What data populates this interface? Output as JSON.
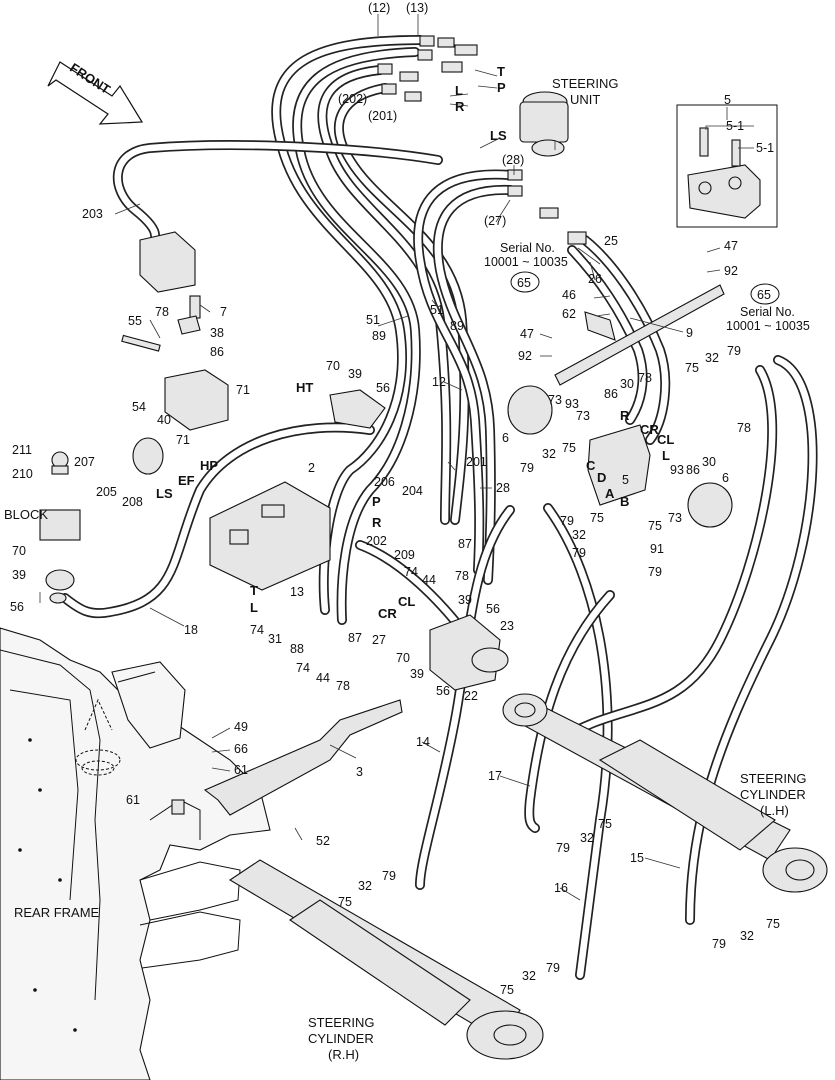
{
  "labels": {
    "front": "FRONT",
    "steering_unit": [
      "STEERING",
      "UNIT"
    ],
    "block": "BLOCK",
    "rear_frame": "REAR FRAME",
    "cyl_lh": [
      "STEERING",
      "CYLINDER",
      "(L.H)"
    ],
    "cyl_rh": [
      "STEERING",
      "CYLINDER",
      "(R.H)"
    ],
    "serial_top": [
      "Serial No.",
      "10001 ~ 10035"
    ],
    "serial_right": [
      "Serial No.",
      "10001 ~ 10035"
    ],
    "ports": {
      "T_top": "T",
      "P_top": "P",
      "L_top": "L",
      "R_top": "R",
      "LS_top": "LS",
      "HT": "HT",
      "HP": "HP",
      "EF": "EF",
      "LS_left": "LS",
      "P_mid": "P",
      "R_mid": "R",
      "T_mid": "T",
      "L_mid": "L",
      "CR_mid": "CR",
      "CL_mid": "CL",
      "R_v": "R",
      "CR_v": "CR",
      "CL_v": "CL",
      "L_v": "L",
      "C_v": "C",
      "D_v": "D",
      "A_v": "A",
      "B_v": "B"
    }
  },
  "callouts": {
    "c12": "(12)",
    "c13": "(13)",
    "c202": "(202)",
    "c201": "(201)",
    "c28": "(28)",
    "c27": "(27)",
    "n5": "5",
    "n5_1a": "5-1",
    "n5_1b": "5-1",
    "n25": "25",
    "n26": "26",
    "n47a": "47",
    "n92a": "92",
    "n65a": "65",
    "n65b": "65",
    "n46": "46",
    "n62": "62",
    "n9": "9",
    "n47b": "47",
    "n92b": "92",
    "n203": "203",
    "n7": "7",
    "n78a": "78",
    "n38": "38",
    "n86a": "86",
    "n55": "55",
    "n51a": "51",
    "n51b": "51",
    "n89a": "89",
    "n89b": "89",
    "n12": "12",
    "n70a": "70",
    "n39a": "39",
    "n56a": "56",
    "n71a": "71",
    "n54": "54",
    "n40": "40",
    "n71b": "71",
    "n211": "211",
    "n210": "210",
    "n207": "207",
    "n205": "205",
    "n208": "208",
    "n70b": "70",
    "n39b": "39",
    "n56b": "56",
    "n18": "18",
    "n2": "2",
    "n206": "206",
    "n204": "204",
    "n201": "201",
    "n28": "28",
    "n202": "202",
    "n209": "209",
    "n74a": "74",
    "n44a": "44",
    "n87a": "87",
    "n78b": "78",
    "n6a": "6",
    "n73a": "73",
    "n93a": "93",
    "n73b": "73",
    "n86b": "86",
    "n30a": "30",
    "n78c": "78",
    "n75a": "75",
    "n32a": "32",
    "n79a": "79",
    "n78d": "78",
    "n30b": "30",
    "n93b": "93",
    "n86c": "86",
    "n6b": "6",
    "n79b": "79",
    "n32b": "32",
    "n75b": "75",
    "n5b": "5",
    "n73c": "73",
    "n79c": "79",
    "n75c": "75",
    "n75d": "75",
    "n32c": "32",
    "n91": "91",
    "n79d": "79",
    "n79e": "79",
    "n13": "13",
    "n74b": "74",
    "n31": "31",
    "n88": "88",
    "n74c": "74",
    "n44b": "44",
    "n78e": "78",
    "n87b": "87",
    "n27": "27",
    "n70c": "70",
    "n39c": "39",
    "n56c": "56",
    "n23": "23",
    "n39d": "39",
    "n56d": "56",
    "n22": "22",
    "n49": "49",
    "n66": "66",
    "n61a": "61",
    "n3": "3",
    "n61b": "61",
    "n52": "52",
    "n14": "14",
    "n17": "17",
    "n79f": "79",
    "n32d": "32",
    "n75e": "75",
    "n15": "15",
    "n16": "16",
    "n32e": "32",
    "n79g": "79",
    "n75f": "75",
    "n79h": "79",
    "n32f": "32",
    "n75g": "75",
    "n79i": "79",
    "n32g": "32",
    "n75h": "75"
  }
}
